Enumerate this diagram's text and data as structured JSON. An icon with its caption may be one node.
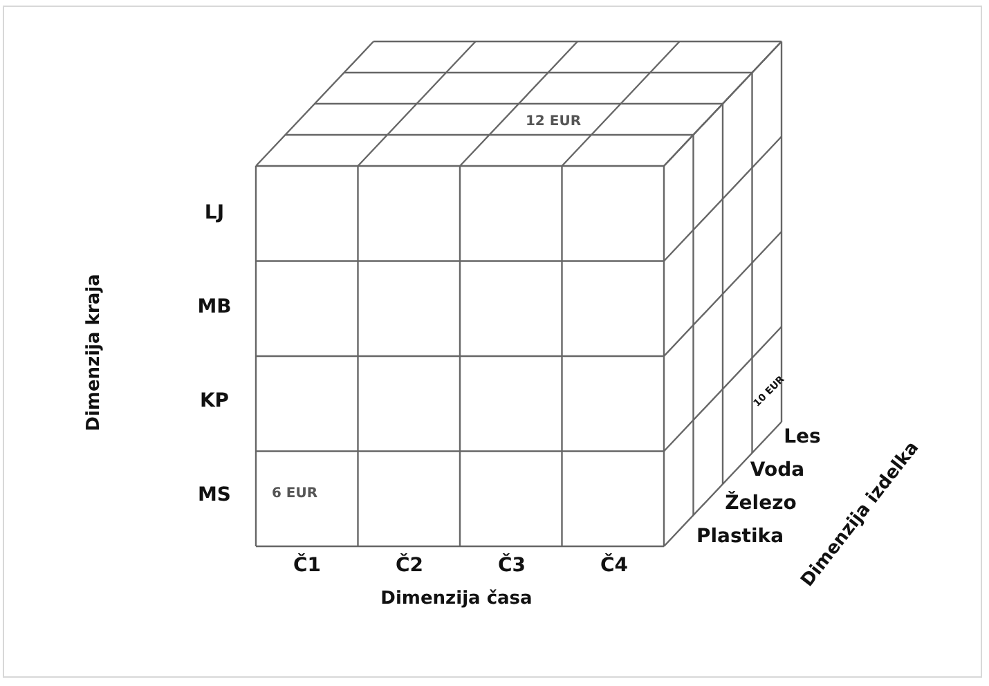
{
  "diagram": {
    "labels": [
      "12 EUR",
      "LJ",
      "MB",
      "KP",
      "MS",
      "6 EUR",
      "10 EUR",
      "Les",
      "Voda",
      "Železo",
      "Plastika",
      "Č1",
      "Č2",
      "Č3",
      "Č4",
      "Dimenzija kraja",
      "Dimenzija časa",
      "Dimenzija izdelka"
    ]
  }
}
